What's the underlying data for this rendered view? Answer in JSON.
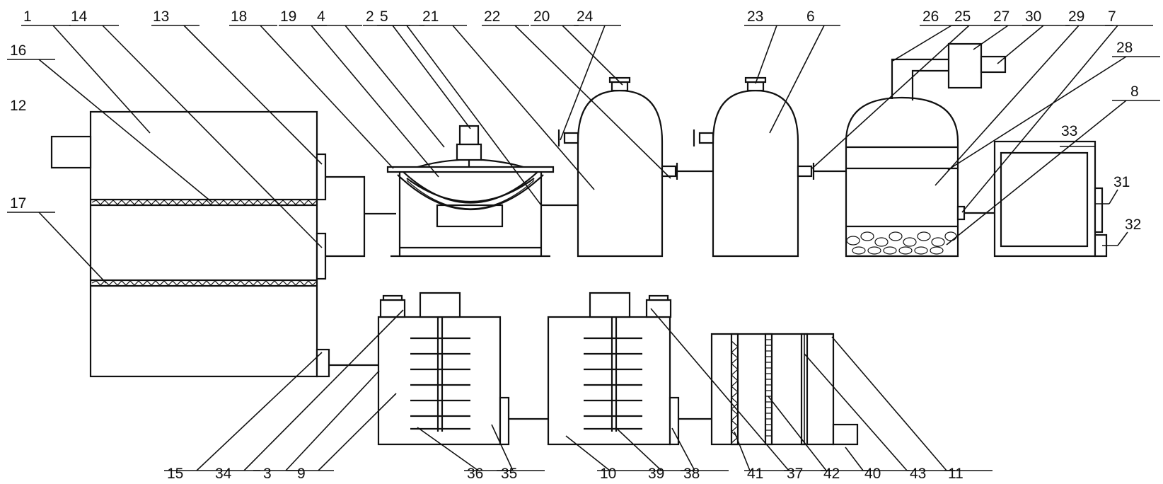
{
  "labels": {
    "top": [
      "1",
      "14",
      "13",
      "18",
      "19",
      "4",
      "2",
      "5",
      "21",
      "22",
      "20",
      "24",
      "23",
      "6",
      "26",
      "25",
      "27",
      "30",
      "29",
      "7"
    ],
    "left": [
      "16",
      "12",
      "17"
    ],
    "right": [
      "28",
      "8",
      "33",
      "31",
      "32"
    ],
    "bottom": [
      "15",
      "34",
      "3",
      "9",
      "36",
      "35",
      "10",
      "39",
      "38",
      "41",
      "37",
      "42",
      "40",
      "43",
      "11"
    ]
  },
  "colors": {
    "ink": "#111111",
    "background": "#ffffff"
  }
}
